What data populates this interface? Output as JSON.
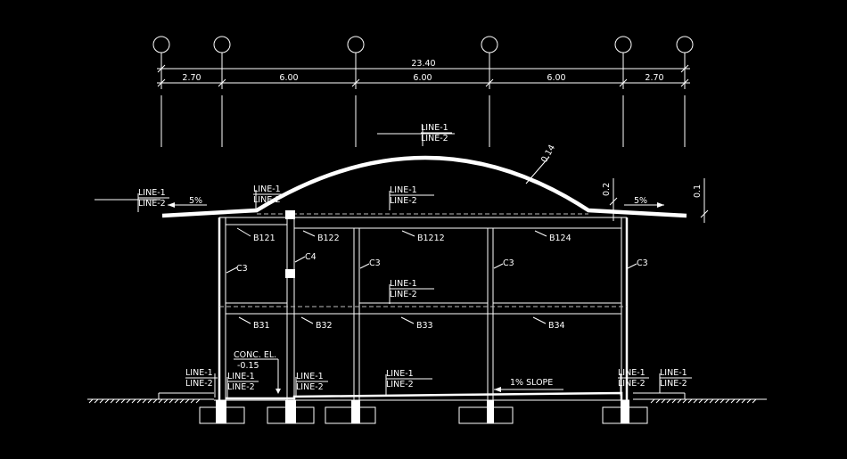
{
  "colors": {
    "background": "#000000",
    "lines": "#ffffff",
    "secondary": "#bdbdbd"
  },
  "dimensions": {
    "total": "23.40",
    "spans": [
      "2.70",
      "6.00",
      "6.00",
      "6.00",
      "2.70"
    ]
  },
  "roof": {
    "slope_left": "5%",
    "slope_right": "5%",
    "thickness_arc": "0.14",
    "thickness_edge": "0.2",
    "parapet": "0.1"
  },
  "level_markers": {
    "line1": "LINE-1",
    "line2": "LINE-2"
  },
  "beams": [
    "B121",
    "B122",
    "B1212",
    "B124",
    "B31",
    "B32",
    "B33",
    "B34"
  ],
  "columns": [
    "C3",
    "C4",
    "C3",
    "C3",
    "C3"
  ],
  "floor": {
    "conc_label": "CONC. EL.",
    "conc_value": "-0.15",
    "slope": "1% SLOPE"
  }
}
